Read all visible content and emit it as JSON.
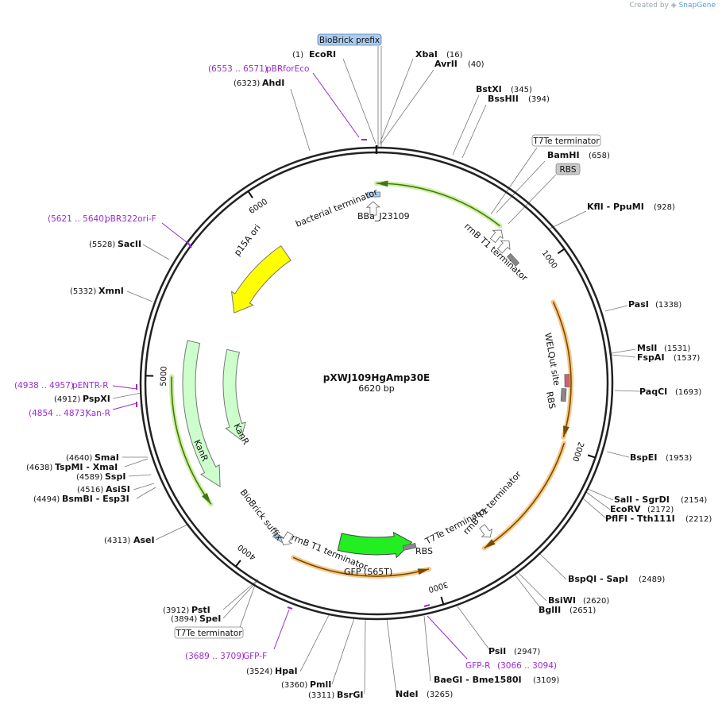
{
  "credit": {
    "prefix": "Created by",
    "brand": "SnapGene"
  },
  "plasmid": {
    "name": "pXWJ109HgAmp30E",
    "size_label": "6620 bp",
    "length": 6620
  },
  "ticks": [
    {
      "bp": 1000,
      "label": "1000"
    },
    {
      "bp": 2000,
      "label": "2000"
    },
    {
      "bp": 3000,
      "label": "3000"
    },
    {
      "bp": 4000,
      "label": "4000"
    },
    {
      "bp": 5000,
      "label": "5000"
    },
    {
      "bp": 6000,
      "label": "6000"
    }
  ],
  "boxed_labels": [
    {
      "id": "biobrick-prefix",
      "text": "BioBrick prefix",
      "style": "blue"
    },
    {
      "id": "t7te-top",
      "text": "T7Te terminator",
      "style": "plain"
    },
    {
      "id": "rbs-top",
      "text": "RBS",
      "style": "gray"
    },
    {
      "id": "t7te-bottom",
      "text": "T7Te terminator",
      "style": "plain"
    }
  ],
  "sites": [
    {
      "id": "ecori",
      "name": "EcoRI",
      "pos": "(1)",
      "side": "left"
    },
    {
      "id": "xbai",
      "name": "XbaI",
      "pos": "(16)",
      "side": "right"
    },
    {
      "id": "avrii",
      "name": "AvrII",
      "pos": "(40)",
      "side": "right"
    },
    {
      "id": "ahdi",
      "name": "AhdI",
      "pos": "(6323)",
      "side": "left"
    },
    {
      "id": "bstxi",
      "name": "BstXI",
      "pos": "(345)",
      "side": "right"
    },
    {
      "id": "bsshii",
      "name": "BssHII",
      "pos": "(394)",
      "side": "right"
    },
    {
      "id": "bamhi",
      "name": "BamHI",
      "pos": "(658)",
      "side": "right"
    },
    {
      "id": "kfli",
      "name": "KflI  - PpuMI",
      "pos": "(928)",
      "side": "right"
    },
    {
      "id": "pasi",
      "name": "PasI",
      "pos": "(1338)",
      "side": "right"
    },
    {
      "id": "msli",
      "name": "MslI",
      "pos": "(1531)",
      "side": "right"
    },
    {
      "id": "fspai",
      "name": "FspAI",
      "pos": "(1537)",
      "side": "right"
    },
    {
      "id": "paqci",
      "name": "PaqCI",
      "pos": "(1693)",
      "side": "right"
    },
    {
      "id": "bspei",
      "name": "BspEI",
      "pos": "(1953)",
      "side": "right"
    },
    {
      "id": "sali",
      "name": "SalI  - SgrDI",
      "pos": "(2154)",
      "side": "right"
    },
    {
      "id": "ecorv",
      "name": "EcoRV",
      "pos": "(2172)",
      "side": "right"
    },
    {
      "id": "pflfi",
      "name": "PflFI  - Tth111I",
      "pos": "(2212)",
      "side": "right"
    },
    {
      "id": "bspqi",
      "name": "BspQI  - SapI",
      "pos": "(2489)",
      "side": "right"
    },
    {
      "id": "bsiwi",
      "name": "BsiWI",
      "pos": "(2620)",
      "side": "right"
    },
    {
      "id": "bglii",
      "name": "BglII",
      "pos": "(2651)",
      "side": "right"
    },
    {
      "id": "psii",
      "name": "PsiI",
      "pos": "(2947)",
      "side": "right"
    },
    {
      "id": "baegi",
      "name": "BaeGI  - Bme1580I",
      "pos": "(3109)",
      "side": "right"
    },
    {
      "id": "ndei",
      "name": "NdeI",
      "pos": "(3265)",
      "side": "right"
    },
    {
      "id": "bsrgi",
      "name": "BsrGI",
      "pos": "(3311)",
      "side": "left"
    },
    {
      "id": "pmli",
      "name": "PmlI",
      "pos": "(3360)",
      "side": "left"
    },
    {
      "id": "hpai",
      "name": "HpaI",
      "pos": "(3524)",
      "side": "left"
    },
    {
      "id": "psti",
      "name": "PstI",
      "pos": "(3912)",
      "side": "left"
    },
    {
      "id": "spei",
      "name": "SpeI",
      "pos": "(3894)",
      "side": "left"
    },
    {
      "id": "asei",
      "name": "AseI",
      "pos": "(4313)",
      "side": "left"
    },
    {
      "id": "bsmbi",
      "name": "BsmBI  - Esp3I",
      "pos": "(4494)",
      "side": "left"
    },
    {
      "id": "asisi",
      "name": "AsiSI",
      "pos": "(4516)",
      "side": "left"
    },
    {
      "id": "sspi",
      "name": "SspI",
      "pos": "(4589)",
      "side": "left"
    },
    {
      "id": "tspmi",
      "name": "TspMI  - XmaI",
      "pos": "(4638)",
      "side": "left"
    },
    {
      "id": "smai",
      "name": "SmaI",
      "pos": "(4640)",
      "side": "left"
    },
    {
      "id": "pspxi",
      "name": "PspXI",
      "pos": "(4912)",
      "side": "left"
    },
    {
      "id": "xmni",
      "name": "XmnI",
      "pos": "(5332)",
      "side": "left"
    },
    {
      "id": "sacii",
      "name": "SacII",
      "pos": "(5528)",
      "side": "left"
    }
  ],
  "primers": [
    {
      "id": "pbrforeco",
      "name": "pBRforEco",
      "pos": "(6553 .. 6571)"
    },
    {
      "id": "pbr322ori-f",
      "name": "pBR322ori-F",
      "pos": "(5621 .. 5640)"
    },
    {
      "id": "pentr-r",
      "name": "pENTR-R",
      "pos": "(4938 .. 4957)"
    },
    {
      "id": "kan-r",
      "name": "Kan-R",
      "pos": "(4854 .. 4873)"
    },
    {
      "id": "gfp-f",
      "name": "GFP-F",
      "pos": "(3689 .. 3709)"
    },
    {
      "id": "gfp-r",
      "name": "GFP-R",
      "pos": "(3066 .. 3094)"
    }
  ],
  "features": [
    {
      "id": "bba-j23109",
      "label": "BBa_J23109"
    },
    {
      "id": "bacterial-terminator",
      "label": "bacterial terminator"
    },
    {
      "id": "p15a-ori",
      "label": "p15A ori",
      "color": "#ffff00"
    },
    {
      "id": "rrnb-t1-top",
      "label": "rrnB T1 terminator"
    },
    {
      "id": "welqut-site",
      "label": "WELQut site"
    },
    {
      "id": "rbs-right",
      "label": "RBS"
    },
    {
      "id": "kanr-inner",
      "label": "KanR",
      "color": "#ccffcc"
    },
    {
      "id": "kanr-outer",
      "label": "KanR",
      "color": "#ccffcc"
    },
    {
      "id": "biobrick-suffix",
      "label": "BioBrick suffix"
    },
    {
      "id": "rrnb-t1-bottom",
      "label": "rrnB T1 terminator"
    },
    {
      "id": "t7te-inner",
      "label": "T7Te terminator"
    },
    {
      "id": "rrnb-t1-lower-right",
      "label": "rrnB T1 terminator"
    },
    {
      "id": "rbs-bottom",
      "label": "RBS"
    },
    {
      "id": "gfp",
      "label": "GFP (S65T)",
      "color": "#22ee22"
    }
  ],
  "colors": {
    "backbone": "#222222",
    "orange_arc": "#f0a030",
    "green_arc": "#66cc22",
    "primer": "#9a2ad1"
  }
}
